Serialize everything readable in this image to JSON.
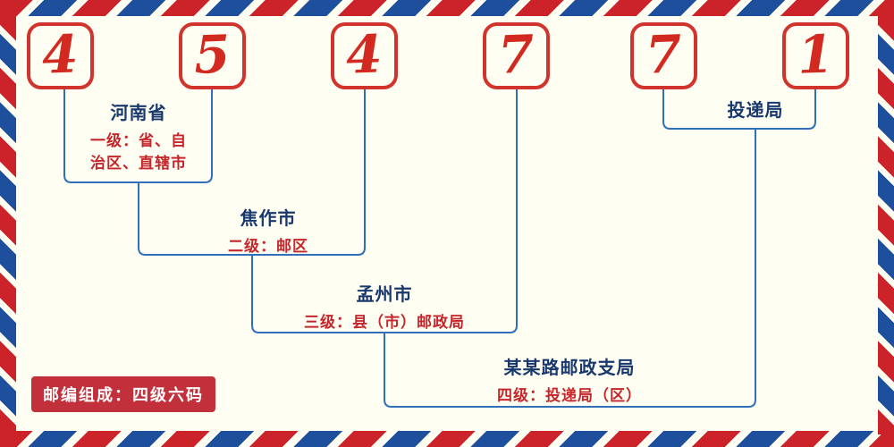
{
  "digits": [
    "4",
    "5",
    "4",
    "7",
    "7",
    "1"
  ],
  "labels": [
    {
      "title": "河南省",
      "desc": "一级：省、自\n治区、直辖市"
    },
    {
      "title": "焦作市",
      "desc": "二级：邮区"
    },
    {
      "title": "孟州市",
      "desc": "三级：县（市）邮政局"
    },
    {
      "title": "某某路邮政支局",
      "desc": "四级：投递局（区）"
    },
    {
      "title": "投递局",
      "desc": ""
    }
  ],
  "badge": "邮编组成：四级六码",
  "colors": {
    "background": "#FFFEF2",
    "digit_red": "#D22A20",
    "box_border_red": "#D0342C",
    "line_blue": "#3070B8",
    "label_navy": "#18386E",
    "desc_red": "#C5262C",
    "badge_bg": "#C2313B",
    "stripe_red": "#CC2229",
    "stripe_blue": "#1D4F9C"
  }
}
